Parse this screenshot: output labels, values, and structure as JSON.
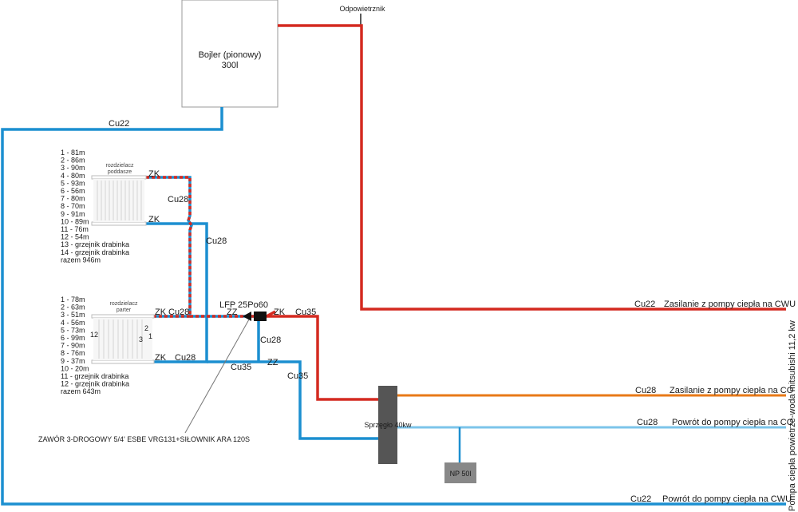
{
  "colors": {
    "hot": "#d42a20",
    "cold": "#1c8fd0",
    "co_supply": "#e87a17",
    "co_return": "#7cc4ea",
    "box_border": "#999999",
    "separator": "#555555",
    "tank": "#888888"
  },
  "vent_label": "Odpowietrznik",
  "boiler": {
    "name": "Bojler (pionowy)",
    "capacity": "300l"
  },
  "pipe_labels": {
    "cu22_boiler": "Cu22",
    "cu28_attic": "Cu28",
    "cu28_riser": "Cu28",
    "cu28_ground": "Cu28",
    "cu28_ground_return": "Cu28",
    "cu28_pump": "Cu28",
    "cu35_supply": "Cu35",
    "cu35_return_a": "Cu35",
    "cu35_return_b": "Cu35",
    "cu22_cwu_supply": "Cu22",
    "cu28_co_supply": "Cu28",
    "cu28_co_return": "Cu28",
    "cu22_cwu_return": "Cu22"
  },
  "valve_labels": {
    "zk1": "ZK",
    "zk2": "ZK",
    "zk3": "ZK",
    "zk4": "ZK",
    "zk5": "ZK",
    "zz1": "ZZ",
    "zz2": "ZZ"
  },
  "pump_label": "LFP 25Po60",
  "valve_note": "ZAWÓR 3-DROGOWY 5/4' ESBE VRG131+SIŁOWNIK ARA 120S",
  "manifold_attic": {
    "title_line1": "rozdzielacz",
    "title_line2": "poddasze",
    "circuits": [
      "1 - 81m",
      "2 - 86m",
      "3 - 90m",
      "4 - 80m",
      "5 - 93m",
      "6 - 56m",
      "7 - 80m",
      "8 - 70m",
      "9 - 91m",
      "10 - 89m",
      "11 - 76m",
      "12 - 54m",
      "13 - grzejnik drabinka",
      "14 - grzejnik drabinka",
      "razem 946m"
    ]
  },
  "manifold_ground": {
    "title_line1": "rozdzielacz",
    "title_line2": "parter",
    "marks": {
      "m12": "12",
      "m3": "3",
      "m2": "2",
      "m1": "1"
    },
    "circuits": [
      "1 - 78m",
      "2 - 63m",
      "3 - 51m",
      "4 - 56m",
      "5 - 73m",
      "6 - 99m",
      "7 - 90m",
      "8 - 76m",
      "9 - 37m",
      "10 - 20m",
      "11 - grzejnik drabinka",
      "12 - grzejnik drabinka",
      "razem 643m"
    ]
  },
  "separator_label": "Sprzęgło 40kw",
  "tank_label": "NP 50l",
  "connections": {
    "cwu_supply": "Zasilanie z pompy ciepła na CWU",
    "co_supply": "Zasilanie z pompy ciepła na CO",
    "co_return": "Powrót do pompy ciepła na CO",
    "cwu_return": "Powrót do pompy ciepła na CWU"
  },
  "heat_pump_label": "Pompa ciepła powietrze-woda mitsubishi 11,2 kw"
}
